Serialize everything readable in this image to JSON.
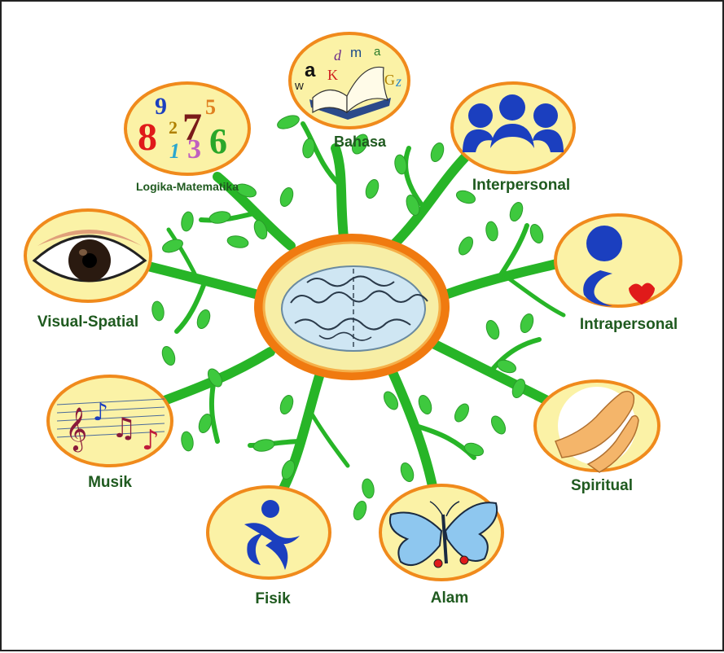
{
  "colors": {
    "branch": "#27b527",
    "leaf": "#3ec93e",
    "circle_fill": "#fbf2a6",
    "circle_ring": "#f08a1c",
    "center_ring_outer": "#f07a10",
    "center_fill": "#f7eea6",
    "label": "#1f5a1f",
    "people": "#1b3fbf",
    "heart": "#e01a1a"
  },
  "center": {
    "icon": "brain-icon"
  },
  "nodes": [
    {
      "id": "bahasa",
      "label": "Bahasa",
      "icon": "open-book-letters-icon",
      "letters": [
        "a",
        "d",
        "m",
        "a",
        "K",
        "G",
        "z",
        "w"
      ]
    },
    {
      "id": "interpersonal",
      "label": "Interpersonal",
      "icon": "people-group-icon"
    },
    {
      "id": "intrapersonal",
      "label": "Intrapersonal",
      "icon": "person-heart-icon"
    },
    {
      "id": "spiritual",
      "label": "Spiritual",
      "icon": "praying-hands-icon"
    },
    {
      "id": "alam",
      "label": "Alam",
      "icon": "butterfly-icon"
    },
    {
      "id": "fisik",
      "label": "Fisik",
      "icon": "running-figure-icon"
    },
    {
      "id": "musik",
      "label": "Musik",
      "icon": "music-notes-icon"
    },
    {
      "id": "visual-spatial",
      "label": "Visual-Spatial",
      "icon": "eye-icon"
    },
    {
      "id": "logika-matematika",
      "label": "Logika-Matematika",
      "icon": "numbers-icon",
      "digits": [
        "9",
        "8",
        "2",
        "7",
        "5",
        "1",
        "3",
        "6"
      ]
    }
  ]
}
